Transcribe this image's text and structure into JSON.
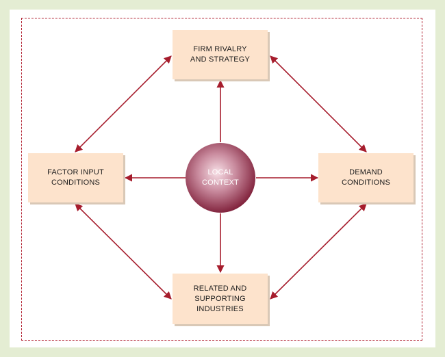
{
  "diagram": {
    "center_label": "LOCAL\nCONTEXT",
    "boxes": {
      "top": "FIRM RIVALRY\nAND STRATEGY",
      "left": "FACTOR INPUT\nCONDITIONS",
      "right": "DEMAND\nCONDITIONS",
      "bottom": "RELATED AND\nSUPPORTING\nINDUSTRIES"
    }
  },
  "colors": {
    "background": "#e4edd3",
    "frame": "#b01e2e",
    "box_fill": "#fde3cc",
    "arrow": "#a61d2d",
    "circle_center": "#f5d9e0",
    "circle_edge": "#7e1e38"
  }
}
